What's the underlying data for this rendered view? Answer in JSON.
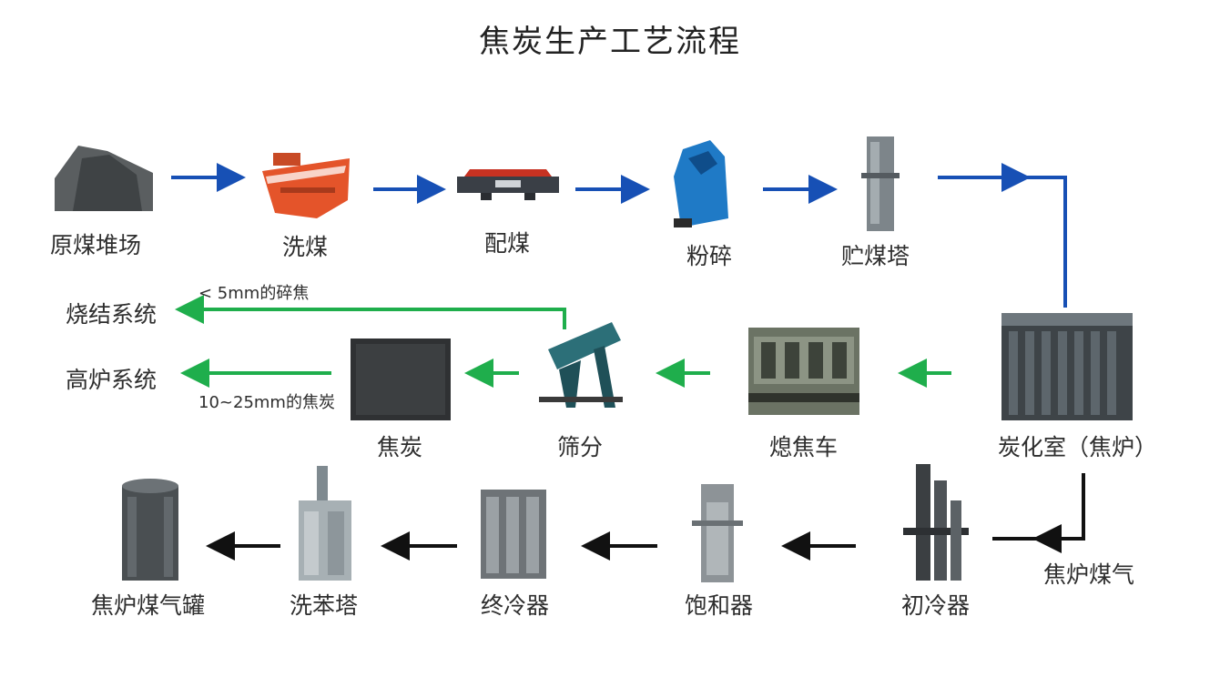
{
  "title": "焦炭生产工艺流程",
  "nodes": {
    "raw_coal_yard": "原煤堆场",
    "washing": "洗煤",
    "blending": "配煤",
    "crushing": "粉碎",
    "coal_tower": "贮煤塔",
    "carbonization": "炭化室（焦炉）",
    "quench_car": "熄焦车",
    "screening": "筛分",
    "coke": "焦炭",
    "sinter_system": "烧结系统",
    "blast_furnace": "高炉系统",
    "primary_cooler": "初冷器",
    "saturator": "饱和器",
    "final_cooler": "终冷器",
    "benzene_tower": "洗苯塔",
    "gas_holder": "焦炉煤气罐"
  },
  "notes": {
    "fine_coke": "< 5mm的碎焦",
    "lump_coke": "10~25mm的焦炭",
    "coke_gas": "焦炉煤气"
  },
  "colors": {
    "row1_arrow": "#1750b5",
    "row2_arrow": "#1fae4c",
    "row3_arrow": "#111111"
  },
  "icons": [
    "coal-pile-icon",
    "washer-machine-icon",
    "blending-machine-icon",
    "crusher-icon",
    "coal-tower-icon",
    "coke-oven-icon",
    "quench-car-icon",
    "screen-machine-icon",
    "coke-sample-icon",
    "primary-cooler-icon",
    "saturator-icon",
    "final-cooler-icon",
    "benzene-tower-icon",
    "gas-holder-icon"
  ]
}
